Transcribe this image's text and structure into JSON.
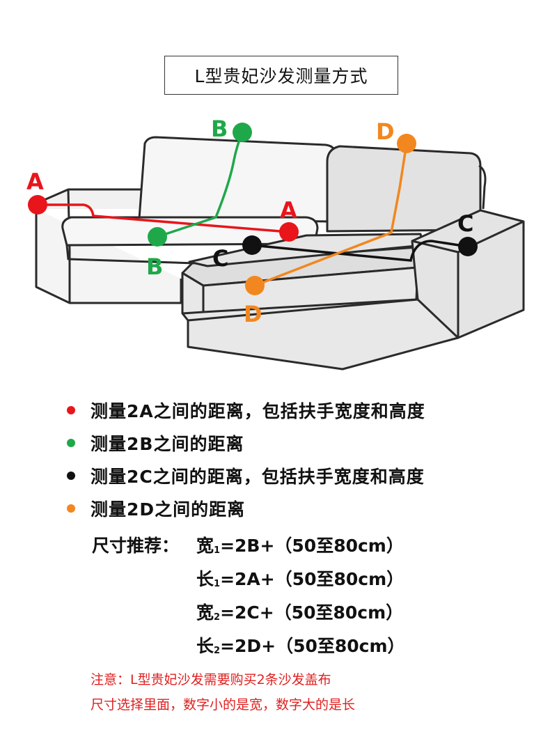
{
  "title": "L型贵妃沙发测量方式",
  "colors": {
    "red": "#e8151b",
    "green": "#1fa84a",
    "black": "#111111",
    "orange": "#f2871f",
    "note": "#e02020"
  },
  "markers": {
    "a_left": "A",
    "a_right": "A",
    "b_top": "B",
    "b_bottom": "B",
    "c_left": "C",
    "c_right": "C",
    "d_top": "D",
    "d_bottom": "D"
  },
  "legend": [
    {
      "color": "#e8151b",
      "text": "测量2A之间的距离，包括扶手宽度和高度"
    },
    {
      "color": "#1fa84a",
      "text": "测量2B之间的距离"
    },
    {
      "color": "#111111",
      "text": "测量2C之间的距离，包括扶手宽度和高度"
    },
    {
      "color": "#f2871f",
      "text": "测量2D之间的距离"
    }
  ],
  "recommendation": {
    "label": "尺寸推荐：",
    "formulas": [
      {
        "name": "宽",
        "sub": "1",
        "expr": "=2B+（50至80cm）"
      },
      {
        "name": "长",
        "sub": "1",
        "expr": "=2A+（50至80cm）"
      },
      {
        "name": "宽",
        "sub": "2",
        "expr": "=2C+（50至80cm）"
      },
      {
        "name": "长",
        "sub": "2",
        "expr": "=2D+（50至80cm）"
      }
    ]
  },
  "note": {
    "line1": "注意：L型贵妃沙发需要购买2条沙发盖布",
    "line2": "尺寸选择里面，数字小的是宽，数字大的是长"
  }
}
